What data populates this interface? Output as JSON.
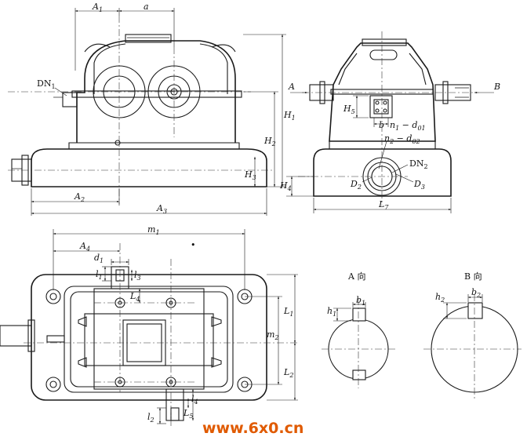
{
  "labels": {
    "A1": "A",
    "A1s": "1",
    "a": "a",
    "DN1": "DN",
    "DN1s": "1",
    "H1": "H",
    "H1s": "1",
    "H2": "H",
    "H2s": "2",
    "H3": "H",
    "H3s": "3",
    "A2": "A",
    "A2s": "2",
    "A3": "A",
    "A3s": "3",
    "H4": "H",
    "H4s": "4",
    "L7": "L",
    "L7s": "7",
    "Aarrow": "A",
    "Barrow": "B",
    "H5": "H",
    "H5s": "5",
    "b": "b",
    "n1d01": "n",
    "n1d01s": "1",
    "n1d01mid": " − d",
    "n1d01s2": "01",
    "n2d02": "n",
    "n2d02s": "2",
    "n2d02mid": " − d",
    "n2d02s2": "02",
    "DN2": "DN",
    "DN2s": "2",
    "D2": "D",
    "D2s": "2",
    "D3": "D",
    "D3s": "3",
    "m1": "m",
    "m1s": "1",
    "A4": "A",
    "A4s": "4",
    "d1": "d",
    "d1s": "1",
    "l1": "l",
    "l1s": "1",
    "l3": "l",
    "l3s": "3",
    "L4": "L",
    "L4s": "4",
    "L1": "L",
    "L1s": "1",
    "m2": "m",
    "m2s": "2",
    "L2": "L",
    "L2s": "2",
    "l2": "l",
    "l2s": "2",
    "L5": "L",
    "L5s": "5",
    "l4": "l",
    "l4s": "4",
    "viewA": "A 向",
    "viewB": "B 向",
    "h1": "h",
    "h1s": "1",
    "b1": "b",
    "b1s": "1",
    "h2": "h",
    "h2s": "2",
    "b2": "b",
    "b2s": "2"
  },
  "watermark": "www.6x0.cn"
}
